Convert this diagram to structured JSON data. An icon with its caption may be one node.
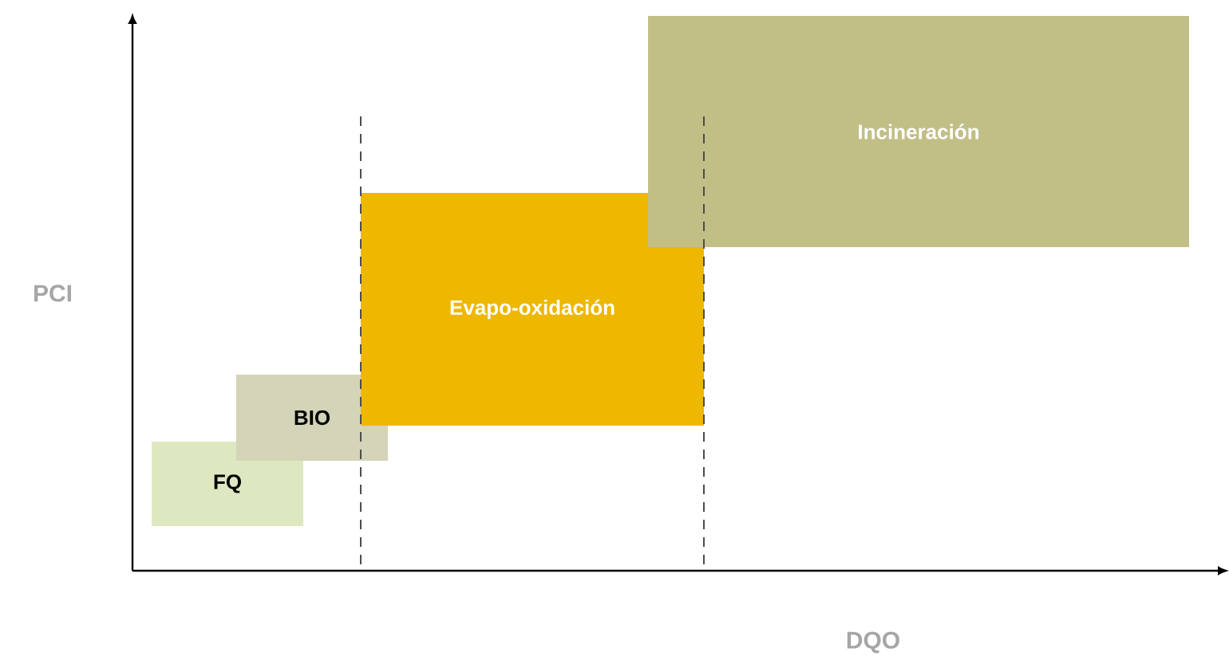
{
  "diagram": {
    "nodes": [
      {
        "text": [
          "Incineración"
        ]
      },
      {
        "text": [
          "Evapo-oxidación"
        ]
      },
      {
        "text": [
          "BIO"
        ]
      },
      {
        "text": [
          "FQ"
        ]
      }
    ],
    "labels": [
      "PCI",
      "DQO"
    ]
  }
}
